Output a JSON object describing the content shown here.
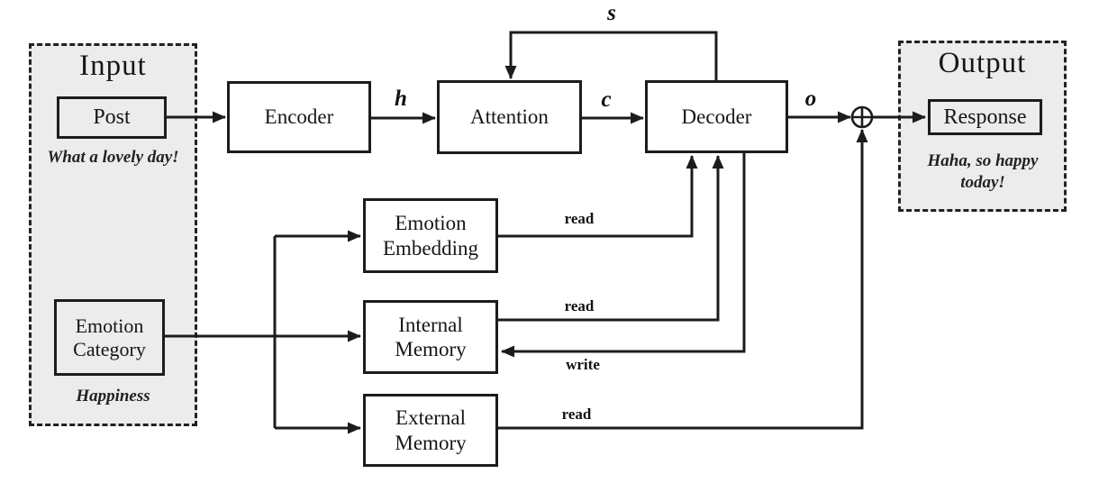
{
  "diagram": {
    "input": {
      "title": "Input",
      "post": "Post",
      "post_example": "What a lovely day!",
      "emotion_category": "Emotion Category",
      "emotion_example": "Happiness"
    },
    "output": {
      "title": "Output",
      "response": "Response",
      "response_example": "Haha, so happy today!"
    },
    "nodes": {
      "encoder": "Encoder",
      "attention": "Attention",
      "decoder": "Decoder",
      "emotion_embedding": "Emotion Embedding",
      "internal_memory": "Internal Memory",
      "external_memory": "External Memory"
    },
    "edges": {
      "h": "h",
      "c": "c",
      "s": "s",
      "o": "o",
      "emotion_embedding_read": "read",
      "internal_memory_read": "read",
      "internal_memory_write": "write",
      "external_memory_read": "read"
    },
    "colors": {
      "line": "#1c1c1c",
      "panel_bg": "#ececec",
      "box_bg": "#ffffff"
    }
  }
}
